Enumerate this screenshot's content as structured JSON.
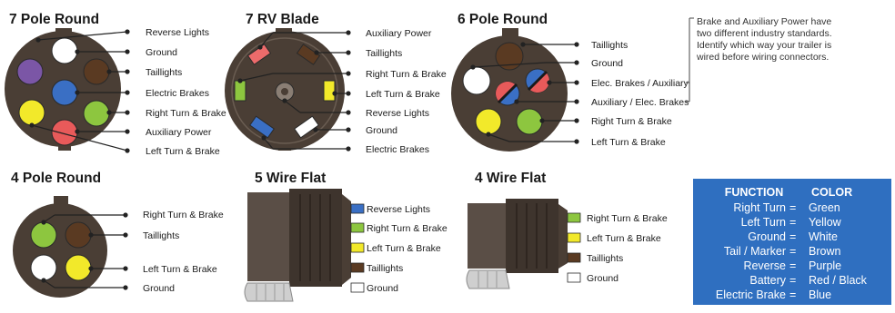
{
  "colors": {
    "connector": "#4a3e35",
    "line": "#222222",
    "legend_bg": "#2f6fc0",
    "green": "#8dc63f",
    "yellow": "#f2e92a",
    "white": "#ffffff",
    "brown": "#5a3a22",
    "purple": "#7b56a6",
    "red": "#e85a5a",
    "blue": "#3a6fc4",
    "pink": "#ec6b6b"
  },
  "seven_pole": {
    "title": "7 Pole Round",
    "labels": [
      "Reverse Lights",
      "Ground",
      "Taillights",
      "Electric Brakes",
      "Right Turn & Brake",
      "Auxiliary Power",
      "Left Turn & Brake"
    ]
  },
  "rv_blade": {
    "title": "7 RV Blade",
    "labels": [
      "Auxiliary Power",
      "Taillights",
      "Right Turn & Brake",
      "Left Turn & Brake",
      "Reverse Lights",
      "Ground",
      "Electric Brakes"
    ]
  },
  "six_pole": {
    "title": "6 Pole Round",
    "labels": [
      "Taillights",
      "Ground",
      "Elec. Brakes / Auxiliary",
      "Auxiliary / Elec. Brakes",
      "Right Turn & Brake",
      "Left Turn & Brake"
    ]
  },
  "note": {
    "lines": [
      "Brake and Auxiliary Power have",
      "two different industry standards.",
      "Identify which way your trailer is",
      "wired before wiring connectors."
    ]
  },
  "four_pole": {
    "title": "4 Pole Round",
    "labels": [
      "Right Turn & Brake",
      "Taillights",
      "Left Turn & Brake",
      "Ground"
    ]
  },
  "five_flat": {
    "title": "5 Wire Flat",
    "labels": [
      "Reverse Lights",
      "Right Turn & Brake",
      "Left Turn & Brake",
      "Taillights",
      "Ground"
    ]
  },
  "four_flat": {
    "title": "4 Wire Flat",
    "labels": [
      "Right Turn & Brake",
      "Left Turn & Brake",
      "Taillights",
      "Ground"
    ]
  },
  "legend": {
    "function_header": "FUNCTION",
    "color_header": "COLOR",
    "rows": [
      {
        "function": "Right Turn",
        "color": "Green"
      },
      {
        "function": "Left Turn",
        "color": "Yellow"
      },
      {
        "function": "Ground",
        "color": "White"
      },
      {
        "function": "Tail / Marker",
        "color": "Brown"
      },
      {
        "function": "Reverse",
        "color": "Purple"
      },
      {
        "function": "Battery",
        "color": "Red / Black"
      },
      {
        "function": "Electric Brake",
        "color": "Blue"
      }
    ]
  }
}
